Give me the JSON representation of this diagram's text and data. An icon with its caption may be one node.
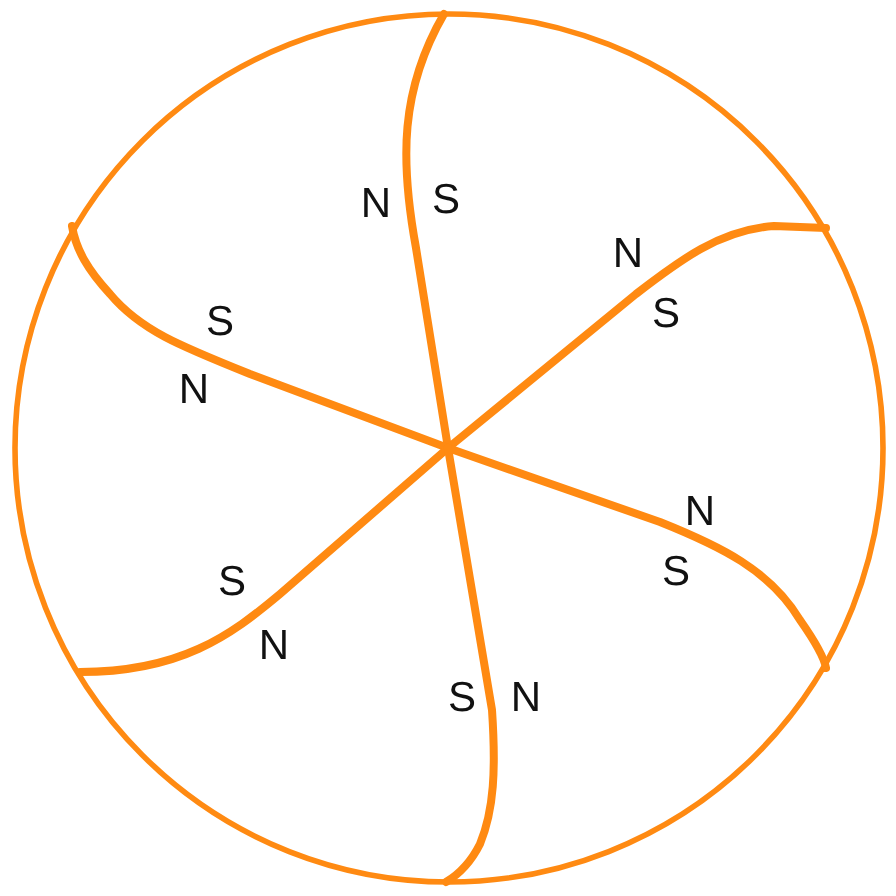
{
  "diagram": {
    "labels": [
      "N",
      "S",
      "N",
      "S",
      "S",
      "N",
      "N",
      "S",
      "S",
      "N",
      "S",
      "N"
    ]
  }
}
